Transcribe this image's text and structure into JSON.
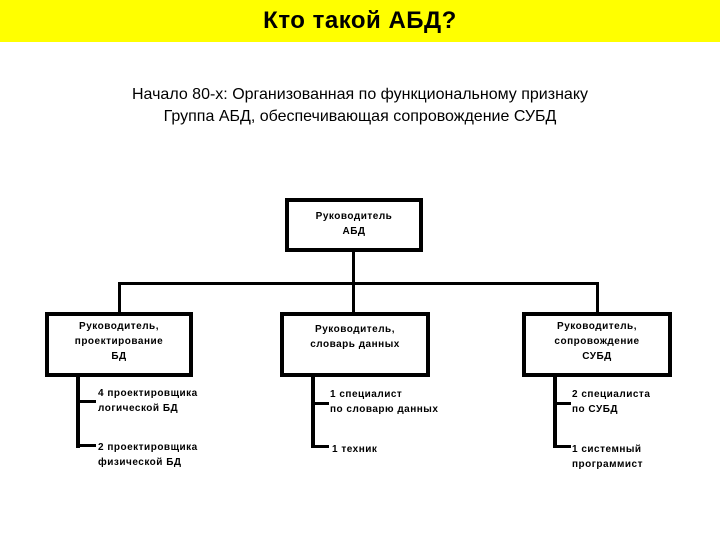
{
  "slide": {
    "title": "Кто такой АБД?",
    "subtitle_line1": "Начало 80-х: Организованная по функциональному признаку",
    "subtitle_line2": "Группа АБД, обеспечивающая сопровождение СУБД"
  },
  "colors": {
    "title_bg": "#FFFF00",
    "text": "#000000",
    "background": "#FFFFFF",
    "line": "#000000"
  },
  "org_chart": {
    "root": {
      "lines": [
        "Руководитель",
        "АБД"
      ]
    },
    "branches": [
      {
        "box_lines": [
          "Руководитель,",
          "проектирование",
          "БД"
        ],
        "leaves": [
          {
            "lines": [
              "4 проектировщика",
              "логической БД"
            ]
          },
          {
            "lines": [
              "2 проектировщика",
              "физической БД"
            ]
          }
        ]
      },
      {
        "box_lines": [
          "Руководитель,",
          "словарь данных"
        ],
        "leaves": [
          {
            "lines": [
              "1 специалист",
              "по словарю данных"
            ]
          },
          {
            "lines": [
              "1 техник"
            ]
          }
        ]
      },
      {
        "box_lines": [
          "Руководитель,",
          "сопровождение",
          "СУБД"
        ],
        "leaves": [
          {
            "lines": [
              "2 специалиста",
              "по СУБД"
            ]
          },
          {
            "lines": [
              "1 системный",
              "программист"
            ]
          }
        ]
      }
    ]
  }
}
